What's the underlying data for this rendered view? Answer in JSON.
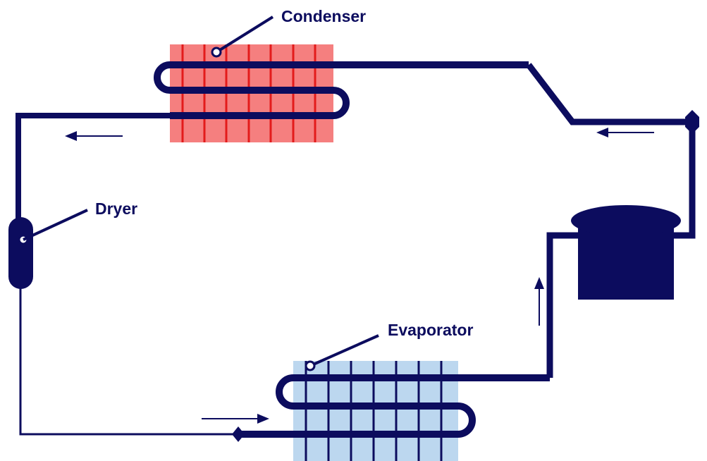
{
  "labels": {
    "condenser": "Condenser",
    "dryer": "Dryer",
    "evaporator": "Evaporator"
  },
  "colors": {
    "pipe": "#0c0c5e",
    "condenser_fill": "#f57f7f",
    "condenser_fins": "#e31b1b",
    "evaporator_fill": "#bcd7ef",
    "background": "#ffffff"
  },
  "icons": {
    "flow": "arrow-icon",
    "compressor": "compressor-icon",
    "dryer": "dryer-icon"
  }
}
